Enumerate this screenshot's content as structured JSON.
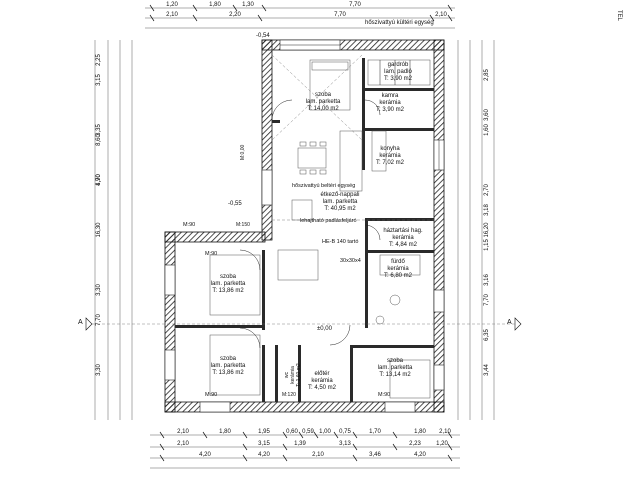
{
  "rooms": [
    {
      "id": "szoba-1",
      "lines": [
        "szoba",
        "lam. parketta",
        "T: 14,00 m2"
      ]
    },
    {
      "id": "gardrob",
      "lines": [
        "gardrób",
        "lam. padló",
        "T: 3,90 m2"
      ]
    },
    {
      "id": "kamra",
      "lines": [
        "kamra",
        "kerámia",
        "T: 3,90 m2"
      ]
    },
    {
      "id": "konyha",
      "lines": [
        "konyha",
        "kerámia",
        "T: 7,02 m2"
      ]
    },
    {
      "id": "etkezo",
      "lines": [
        "étkező-nappali",
        "lam. parketta",
        "T: 40,95 m2"
      ]
    },
    {
      "id": "haztartasi",
      "lines": [
        "háztartási hag.",
        "kerámia",
        "T: 4,84 m2"
      ]
    },
    {
      "id": "furdo",
      "lines": [
        "fürdő",
        "kerámia",
        "T: 6,80 m2"
      ]
    },
    {
      "id": "szoba-2",
      "lines": [
        "szoba",
        "lam. parketta",
        "T: 13,86 m2"
      ]
    },
    {
      "id": "szoba-3",
      "lines": [
        "szoba",
        "lam. parketta",
        "T: 13,86 m2"
      ]
    },
    {
      "id": "eloter",
      "lines": [
        "előtér",
        "kerámia",
        "T: 4,50 m2"
      ]
    },
    {
      "id": "szoba-4",
      "lines": [
        "szoba",
        "lam. parketta",
        "T: 13,14 m2"
      ]
    },
    {
      "id": "wc",
      "lines": [
        "wc",
        "kerámia",
        "T: 1,60 m2"
      ]
    }
  ],
  "notes": {
    "kulteri": "hőszivattyú kültéri egység",
    "belteri": "hőszivattyú beltéri egység",
    "padlas": "lehajtható padlásfeljáró",
    "tarto": "HE-B 140 tartó",
    "oszlop": "30x30x4",
    "level": "±0,00",
    "m_0_00": "M:0,00",
    "neg_a": "-0,55",
    "neg_b": "-0,54",
    "mark_m90_1": "M:90",
    "mark_m90_2": "M:90",
    "mark_m90_3": "M:90",
    "mark_m90_4": "M:90",
    "mark_m120": "M:120",
    "mark_m150": "M:150",
    "section_a": "A",
    "tel": "TEL"
  },
  "top_dims": {
    "row1": [
      "1,20",
      "1,80",
      "1,30",
      "7,70"
    ],
    "row2": [
      "2,10",
      "2,20",
      "7,70",
      "2,10"
    ]
  },
  "bottom_dims": {
    "row1": [
      "2,10",
      "1,80",
      "1,95",
      "0,60",
      "0,59",
      "1,00",
      "0,75",
      "1,70",
      "1,80",
      "2,10"
    ],
    "row2": [
      "2,10",
      "3,15",
      "1,39",
      "3,13",
      "2,23",
      "1,20"
    ],
    "row3": [
      "4,20",
      "4,20",
      "2,10",
      "3,46",
      "4,20"
    ]
  },
  "left_dims": [
    "16,30",
    "8,60",
    "7,70",
    "3,15",
    "3,35",
    "2,25",
    "1,70",
    "4,90",
    "3,30",
    "3,30"
  ],
  "right_dims": [
    "16,20",
    "2,85",
    "3,60",
    "3,18",
    "3,44",
    "6,35",
    "7,70",
    "1,60",
    "1,15",
    "2,70",
    "3,16"
  ]
}
